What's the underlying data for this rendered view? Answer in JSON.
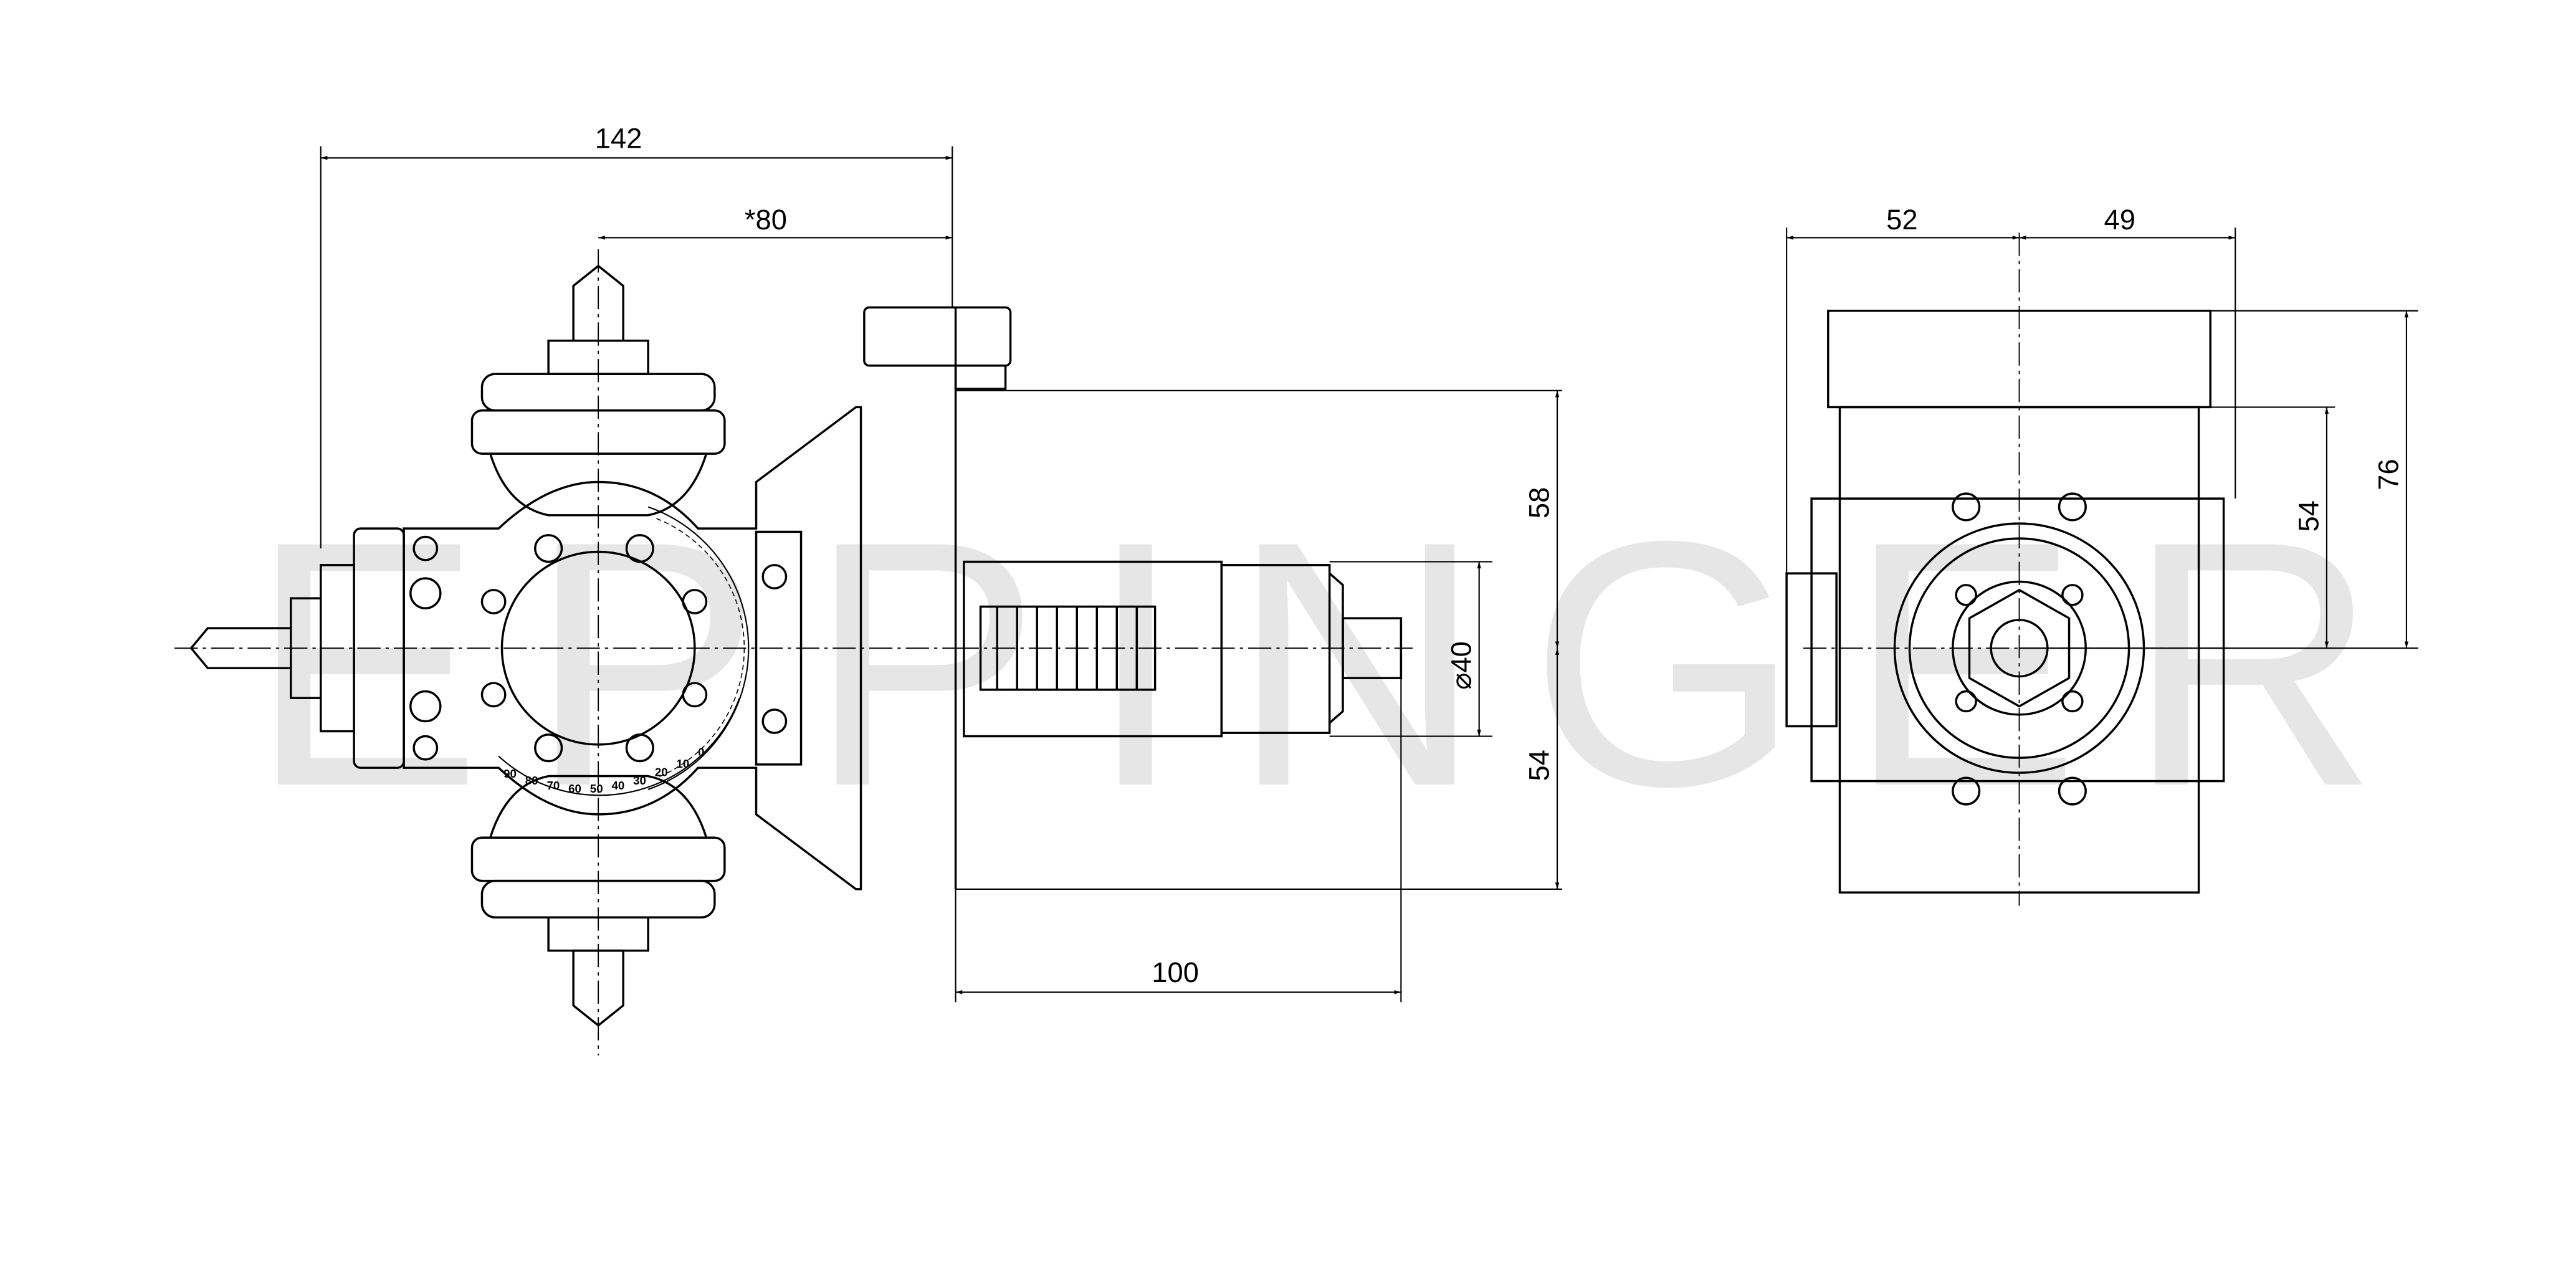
{
  "watermark": "EPPINGER",
  "dimensions": {
    "overall_length": "142",
    "offset": "*80",
    "shank_length": "100",
    "upper_height": "58",
    "lower_height": "54",
    "shank_diameter": "⌀40",
    "right_width_left": "52",
    "right_width_right": "49",
    "right_total_height": "76",
    "right_axis_height": "54"
  },
  "dial": {
    "labels": [
      "90",
      "80",
      "70",
      "60",
      "50",
      "40",
      "30",
      "20",
      "10",
      "0"
    ]
  }
}
